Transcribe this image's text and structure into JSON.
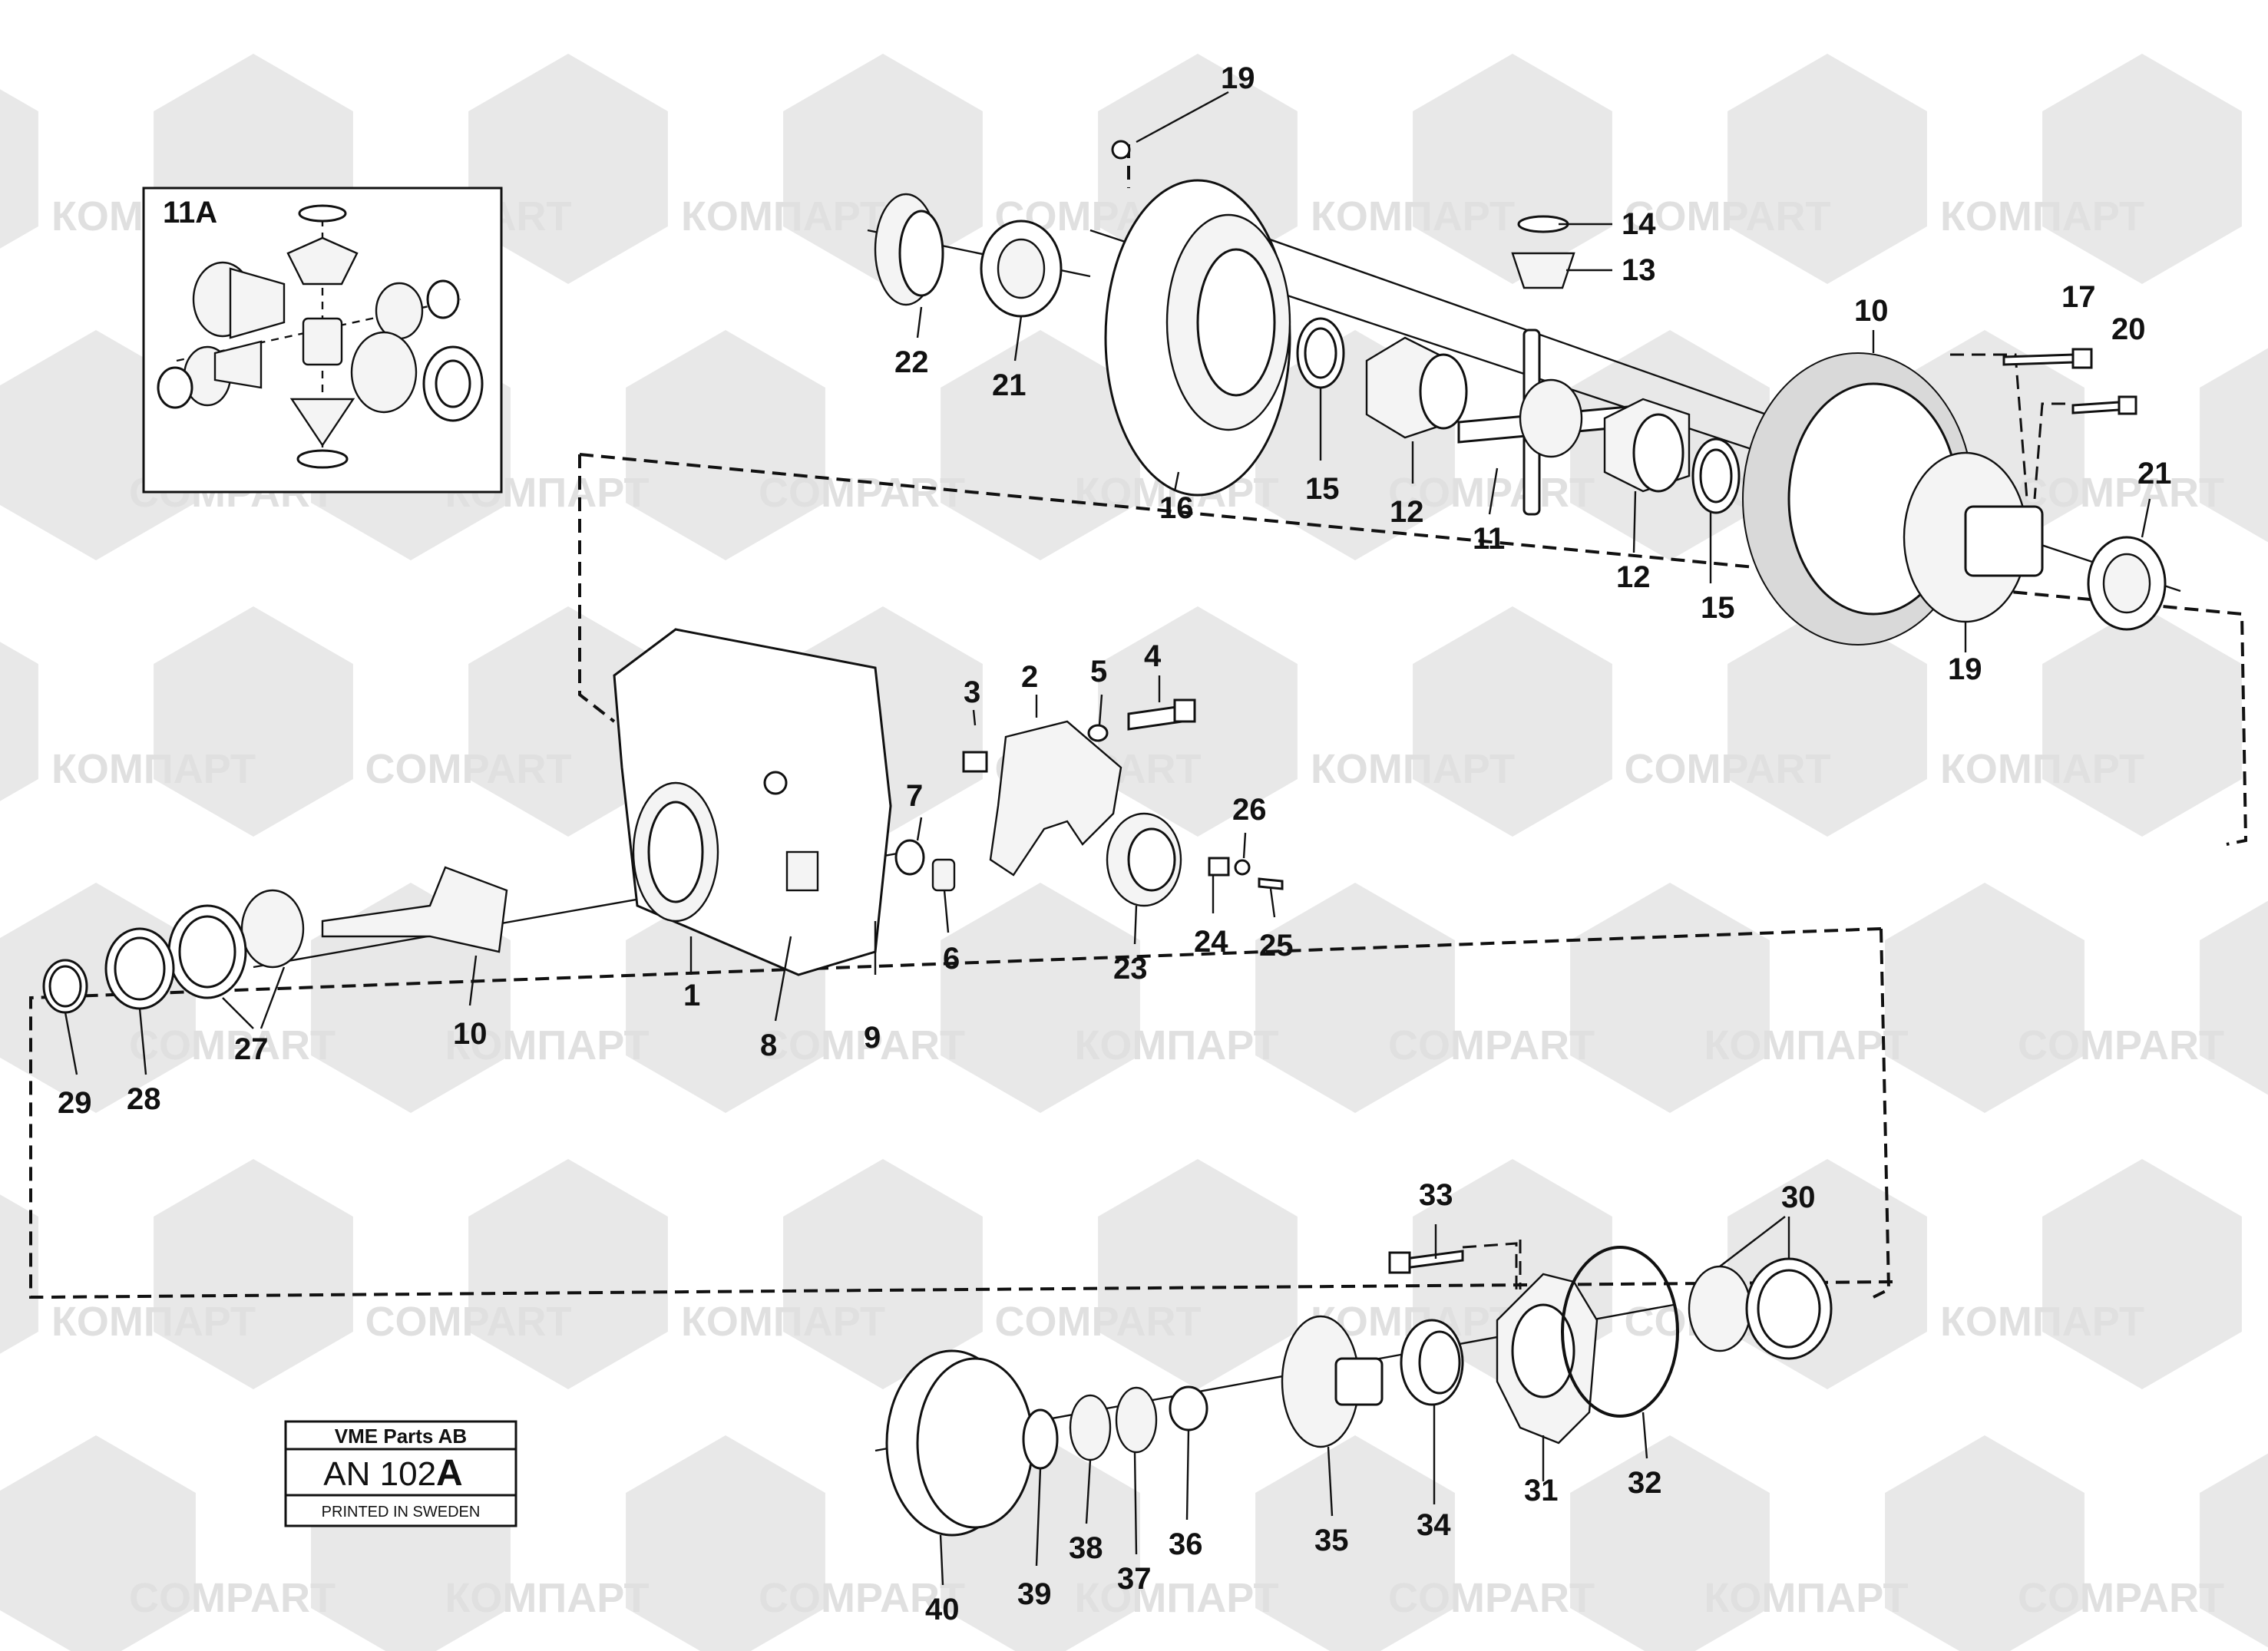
{
  "watermark": {
    "words": [
      "КОМПАРТ",
      "COMPART"
    ],
    "color": "#c8c8c8"
  },
  "inset": {
    "label": "11A"
  },
  "callouts": {
    "c1": "1",
    "c2": "2",
    "c3": "3",
    "c4": "4",
    "c5": "5",
    "c6": "6",
    "c7": "7",
    "c8": "8",
    "c9": "9",
    "c10a": "10",
    "c10b": "10",
    "c11": "11",
    "c12a": "12",
    "c12b": "12",
    "c13": "13",
    "c14": "14",
    "c15a": "15",
    "c15b": "15",
    "c16": "16",
    "c17": "17",
    "c19a": "19",
    "c19b": "19",
    "c20": "20",
    "c21a": "21",
    "c21b": "21",
    "c22": "22",
    "c23": "23",
    "c24": "24",
    "c25": "25",
    "c26": "26",
    "c27": "27",
    "c28": "28",
    "c29": "29",
    "c30": "30",
    "c31": "31",
    "c32": "32",
    "c33": "33",
    "c34": "34",
    "c35": "35",
    "c36": "36",
    "c37": "37",
    "c38": "38",
    "c39": "39",
    "c40": "40"
  },
  "stamp": {
    "company": "VME Parts AB",
    "code": "AN 102",
    "code_suffix": "A",
    "printed": "PRINTED IN SWEDEN"
  }
}
